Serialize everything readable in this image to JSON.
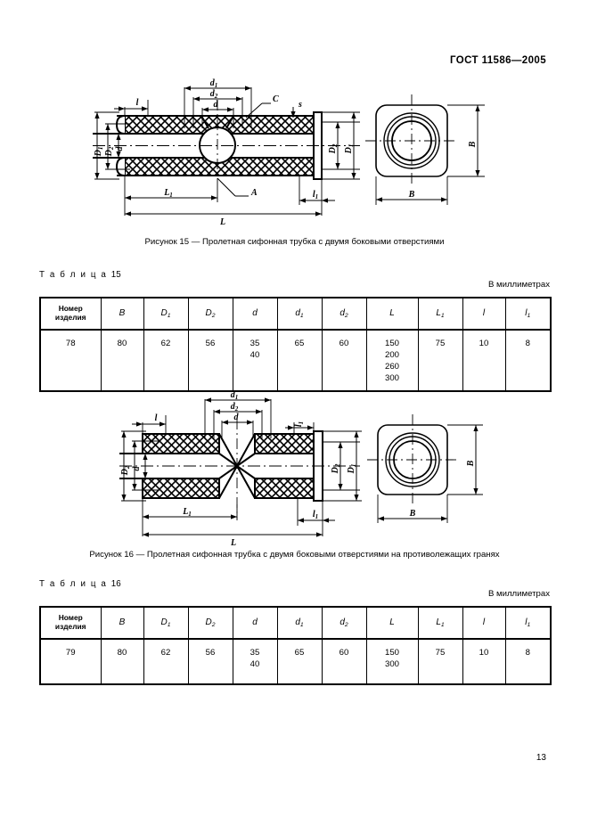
{
  "header": {
    "standard": "ГОСТ 11586—2005"
  },
  "page": {
    "number": "13"
  },
  "figures": [
    {
      "id": "figure-15",
      "caption": "Рисунок 15 — Пролетная сифонная трубка с двумя боковыми отверстиями",
      "dimension_labels": {
        "top_outer": "d1",
        "top_middle": "d2",
        "top_inner": "d",
        "left_outer": "D1",
        "left_middle": "D2",
        "left_inner": "d",
        "right_outer": "D1",
        "right_inner": "D2",
        "top_left": "l",
        "top_right": "s",
        "bottom_left": "L1",
        "bottom_right": "l1",
        "bottom_total": "L",
        "leader_top": "C",
        "leader_bottom": "A",
        "end_view_width": "B",
        "end_view_height": "B"
      }
    },
    {
      "id": "figure-16",
      "caption": "Рисунок 16 — Пролетная сифонная трубка с двумя боковыми отверстиями на противолежащих гранях",
      "dimension_labels": {
        "top_outer": "d1",
        "top_middle": "d2",
        "top_inner": "d",
        "left_outer": "D2",
        "left_inner": "d",
        "right_inner": "D2",
        "right_outer": "D1",
        "top_left": "l",
        "top_right": "l1",
        "bottom_left": "L1",
        "bottom_right": "l1",
        "bottom_total": "L",
        "end_view_width": "B",
        "end_view_height": "B"
      }
    }
  ],
  "tables": [
    {
      "id": "table-15",
      "title_prefix": "Т а б л и ц а",
      "title_number": "15",
      "units_note": "В миллиметрах",
      "columns": [
        {
          "label": "Номер изделия",
          "italic": false
        },
        {
          "label": "B",
          "sub": "",
          "italic": true
        },
        {
          "label": "D",
          "sub": "1",
          "italic": true
        },
        {
          "label": "D",
          "sub": "2",
          "italic": true
        },
        {
          "label": "d",
          "sub": "",
          "italic": true
        },
        {
          "label": "d",
          "sub": "1",
          "italic": true
        },
        {
          "label": "d",
          "sub": "2",
          "italic": true
        },
        {
          "label": "L",
          "sub": "",
          "italic": true
        },
        {
          "label": "L",
          "sub": "1",
          "italic": true
        },
        {
          "label": "l",
          "sub": "",
          "italic": true
        },
        {
          "label": "l",
          "sub": "1",
          "italic": true
        }
      ],
      "rows": [
        [
          "78",
          "80",
          "62",
          "56",
          "35\n40",
          "65",
          "60",
          "150\n200\n260\n300",
          "75",
          "10",
          "8"
        ]
      ]
    },
    {
      "id": "table-16",
      "title_prefix": "Т а б л и ц а",
      "title_number": "16",
      "units_note": "В миллиметрах",
      "columns": [
        {
          "label": "Номер изделия",
          "italic": false
        },
        {
          "label": "B",
          "sub": "",
          "italic": true
        },
        {
          "label": "D",
          "sub": "1",
          "italic": true
        },
        {
          "label": "D",
          "sub": "2",
          "italic": true
        },
        {
          "label": "d",
          "sub": "",
          "italic": true
        },
        {
          "label": "d",
          "sub": "1",
          "italic": true
        },
        {
          "label": "d",
          "sub": "2",
          "italic": true
        },
        {
          "label": "L",
          "sub": "",
          "italic": true
        },
        {
          "label": "L",
          "sub": "1",
          "italic": true
        },
        {
          "label": "l",
          "sub": "",
          "italic": true
        },
        {
          "label": "l",
          "sub": "1",
          "italic": true
        }
      ],
      "rows": [
        [
          "79",
          "80",
          "62",
          "56",
          "35\n40",
          "65",
          "60",
          "150\n300",
          "75",
          "10",
          "8"
        ]
      ]
    }
  ]
}
